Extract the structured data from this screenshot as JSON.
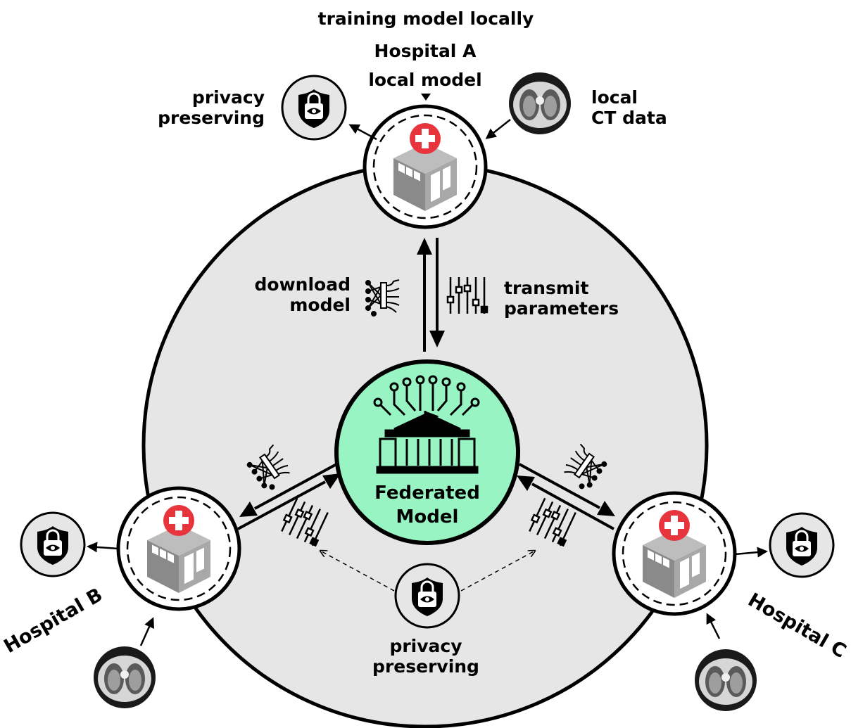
{
  "title": "training model locally",
  "hospitals": {
    "a": {
      "name": "Hospital A",
      "sublabel": "local model"
    },
    "b": {
      "name": "Hospital B"
    },
    "c": {
      "name": "Hospital C"
    }
  },
  "center": {
    "line1": "Federated",
    "line2": "Model"
  },
  "labels": {
    "privacy_top": [
      "privacy",
      "preserving"
    ],
    "local_ct": [
      "local",
      "CT data"
    ],
    "download": [
      "download",
      "model"
    ],
    "transmit": [
      "transmit",
      "parameters"
    ],
    "privacy_bottom": [
      "privacy",
      "preserving"
    ]
  },
  "colors": {
    "ring_fill": "#e6e6e6",
    "center_fill": "#98f5c3",
    "cross_red": "#e8343c",
    "building_grey": "#8a8a8a"
  },
  "icons": [
    "hospital-building-icon",
    "shield-lock-eye-icon",
    "ct-scan-icon",
    "neural-network-icon",
    "parameter-sliders-icon",
    "federated-circuit-bank-icon"
  ]
}
